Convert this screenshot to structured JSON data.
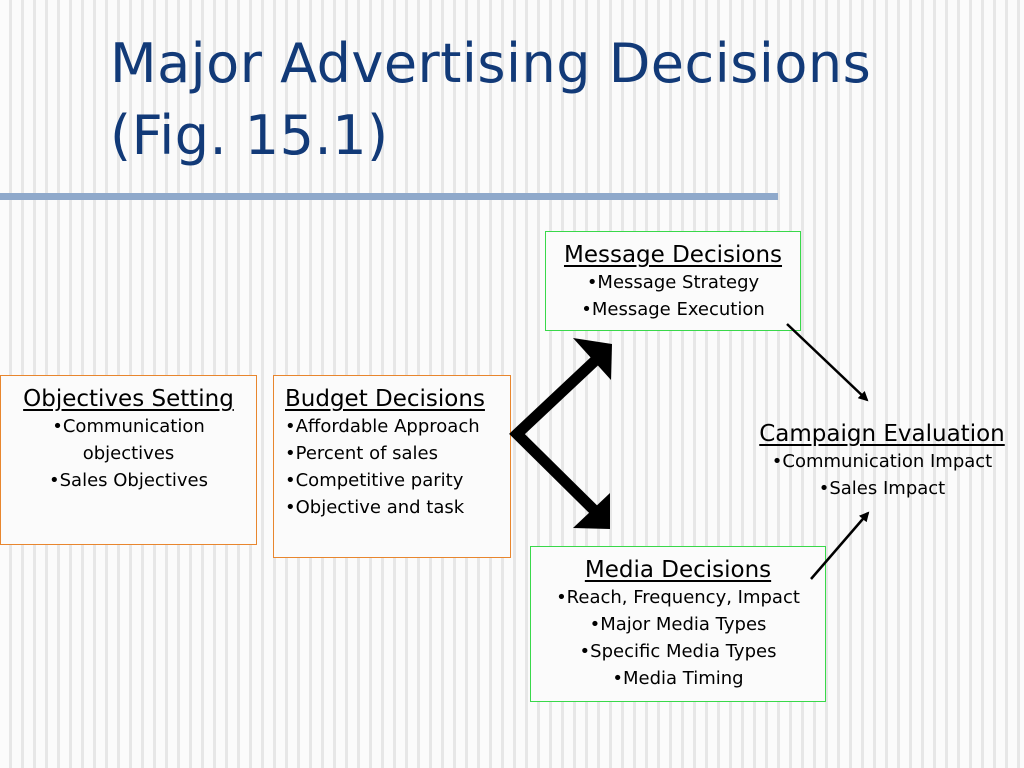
{
  "slide": {
    "title_line1": "Major Advertising Decisions",
    "title_line2": "(Fig. 15.1)"
  },
  "colors": {
    "title": "#123a78",
    "rule": "#8fa9cb",
    "orange_border": "#e8862e",
    "green_border": "#39d84a"
  },
  "objectives": {
    "title": "Objectives Setting",
    "items": [
      "•Communication objectives",
      "•Sales Objectives"
    ]
  },
  "budget": {
    "title": "Budget Decisions",
    "items": [
      "•Affordable Approach",
      "•Percent of sales",
      "•Competitive parity",
      "•Objective and task"
    ]
  },
  "message": {
    "title": "Message Decisions",
    "items": [
      "•Message Strategy",
      "•Message Execution"
    ]
  },
  "media": {
    "title": "Media Decisions",
    "items": [
      "•Reach, Frequency, Impact",
      "•Major Media Types",
      "•Specific Media Types",
      "•Media Timing"
    ]
  },
  "evaluation": {
    "title": "Campaign Evaluation",
    "items": [
      "•Communication Impact",
      "•Sales Impact"
    ]
  }
}
